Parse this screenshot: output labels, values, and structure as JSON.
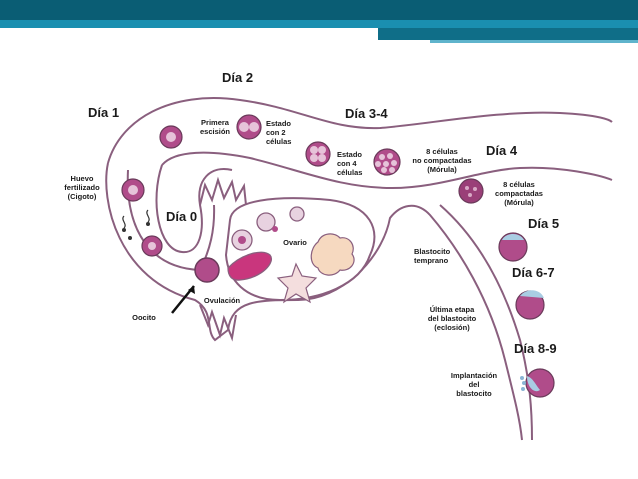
{
  "days": {
    "d2": "Día 2",
    "d1": "Día 1",
    "d34": "Día 3-4",
    "d4": "Día 4",
    "d0": "Día 0",
    "d5": "Día 5",
    "d67": "Día 6-7",
    "d89": "Día 8-9"
  },
  "labels": {
    "huevo": [
      "Huevo",
      "fertilizado",
      "(Cigoto)"
    ],
    "primera": [
      "Primera",
      "escisión"
    ],
    "estado2": [
      "Estado",
      "con 2",
      "células"
    ],
    "estado4": [
      "Estado",
      "con 4",
      "células"
    ],
    "no_compact": [
      "8 células",
      "no compactadas",
      "(Mórula)"
    ],
    "compact": [
      "8 células",
      "compactadas",
      "(Mórula)"
    ],
    "ovario": "Ovario",
    "blastocito": [
      "Blastocito",
      "temprano"
    ],
    "ultima": [
      "Última etapa",
      "del blastocito",
      "(eclosión)"
    ],
    "implantacion": [
      "Implantación",
      "del",
      "blastocito"
    ],
    "ovulacion": "Ovulación",
    "oocito": "Oocito"
  },
  "colors": {
    "header_dark": "#0a5d74",
    "header_mid": "#1a8fb0",
    "tube_outline": "#8a5f7e",
    "cell_fill": "#b04c8a",
    "cell_light": "#e6c3d9",
    "follicle_pink": "#e8d2e0"
  }
}
